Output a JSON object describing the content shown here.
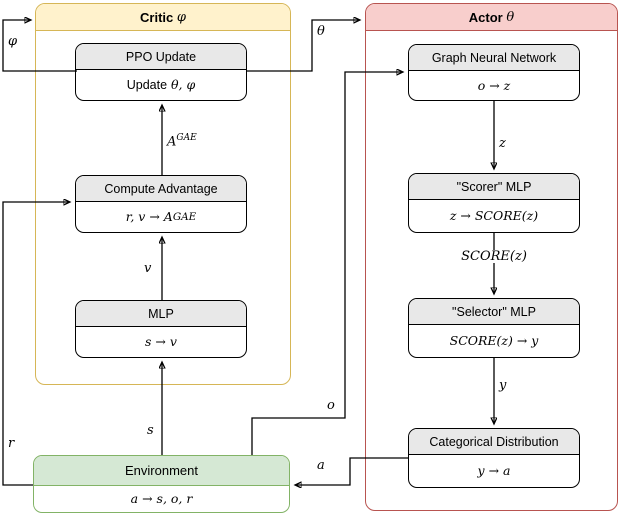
{
  "colors": {
    "critic_fill": "#FFF2CC",
    "critic_border": "#D6B656",
    "actor_fill": "#F8CECC",
    "actor_border": "#B85450",
    "environment_fill": "#D5E8D4",
    "environment_border": "#82B366",
    "node_header_fill": "#E8E8E8",
    "node_border": "#000000",
    "edge_color": "#000000"
  },
  "critic": {
    "title_prefix": "Critic",
    "title_math": "φ",
    "nodes": {
      "ppo": {
        "header": "PPO Update",
        "body_prefix": "Update",
        "body_math": "θ, φ"
      },
      "advantage": {
        "header": "Compute Advantage",
        "body": "r, v → A",
        "body_sup": "GAE"
      },
      "mlp": {
        "header": "MLP",
        "body": "s → v"
      }
    }
  },
  "actor": {
    "title_prefix": "Actor",
    "title_math": "θ",
    "nodes": {
      "gnn": {
        "header": "Graph Neural Network",
        "body": "o → z"
      },
      "scorer": {
        "header": "\"Scorer\" MLP",
        "body": "z → SCORE(z)"
      },
      "selector": {
        "header": "\"Selector\" MLP",
        "body": "SCORE(z) → y"
      },
      "categorical": {
        "header": "Categorical Distribution",
        "body": "y → a"
      }
    }
  },
  "environment": {
    "header": "Environment",
    "body": "a → s, o, r"
  },
  "edge_labels": {
    "phi": "φ",
    "theta": "θ",
    "r": "r",
    "s": "s",
    "v": "v",
    "o": "o",
    "a": "a",
    "z": "z",
    "y": "y",
    "advantage_base": "A",
    "advantage_sup": "GAE",
    "score": "SCORE(z)"
  }
}
